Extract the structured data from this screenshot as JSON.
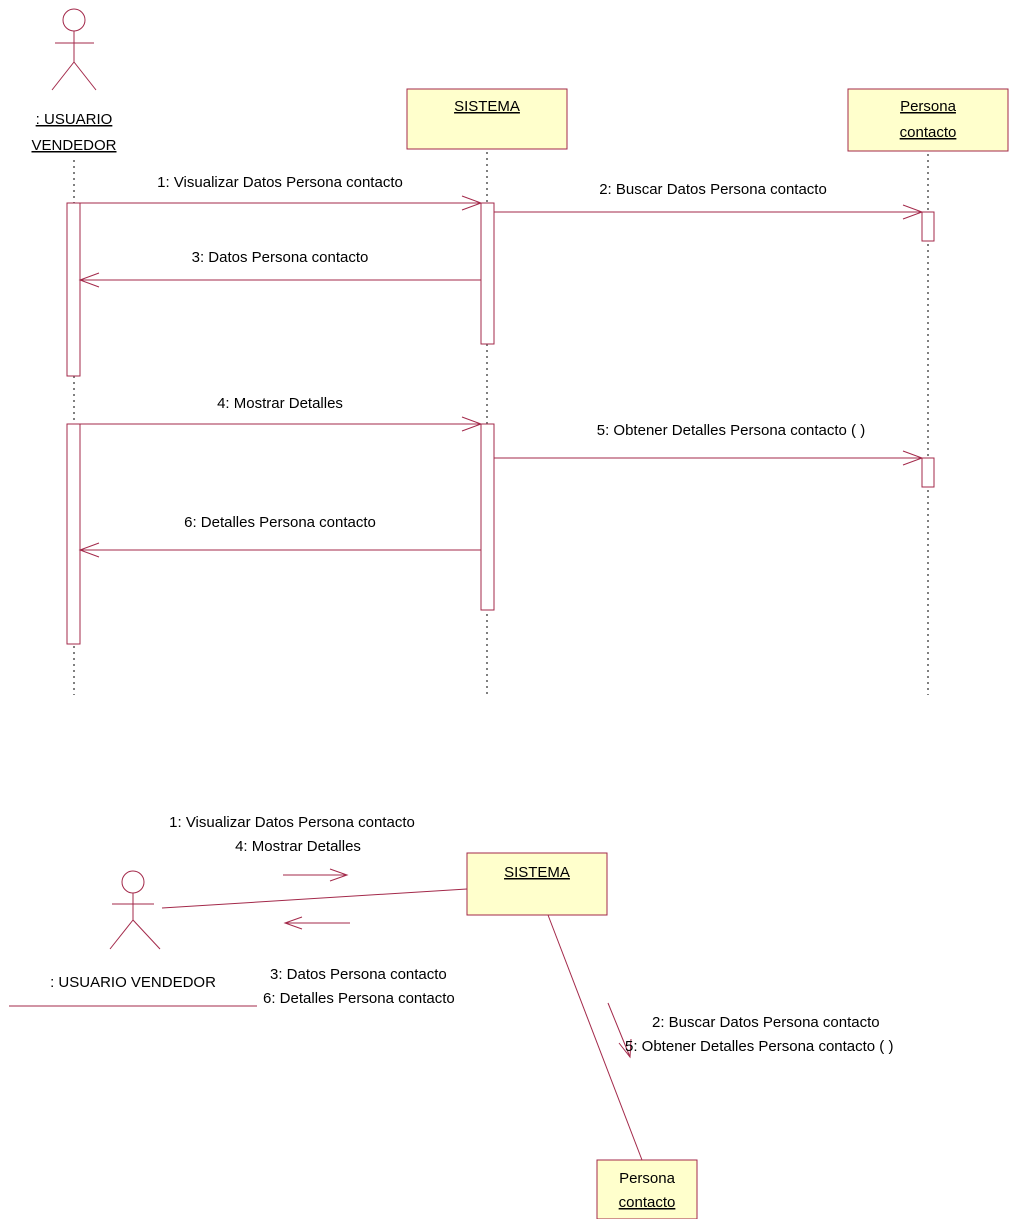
{
  "colors": {
    "line": "#A3294A",
    "box_fill": "#FFFFCC",
    "text": "#000000",
    "lifeline": "#000000"
  },
  "sequence_diagram": {
    "actor": {
      "icon": "stick-figure-icon",
      "name_line1": ": USUARIO",
      "name_line2": "VENDEDOR"
    },
    "objects": [
      {
        "line1": "SISTEMA"
      },
      {
        "line1": "Persona",
        "line2": "contacto"
      }
    ],
    "messages": [
      "1: Visualizar Datos Persona contacto",
      "2: Buscar Datos Persona contacto",
      "3: Datos Persona contacto",
      "4: Mostrar Detalles",
      "5: Obtener Detalles Persona contacto ( )",
      "6: Detalles Persona contacto"
    ]
  },
  "collaboration_diagram": {
    "actor": {
      "icon": "stick-figure-icon",
      "name": ": USUARIO VENDEDOR"
    },
    "sistema": "SISTEMA",
    "persona_line1": "Persona",
    "persona_line2": "contacto",
    "msgs_actor_to_sistema": [
      "1: Visualizar Datos Persona contacto",
      "4: Mostrar Detalles"
    ],
    "msgs_sistema_to_actor": [
      "3: Datos Persona contacto",
      "6: Detalles Persona contacto"
    ],
    "msgs_sistema_to_persona": [
      "2: Buscar Datos Persona contacto",
      "5: Obtener Detalles Persona contacto ( )"
    ]
  }
}
